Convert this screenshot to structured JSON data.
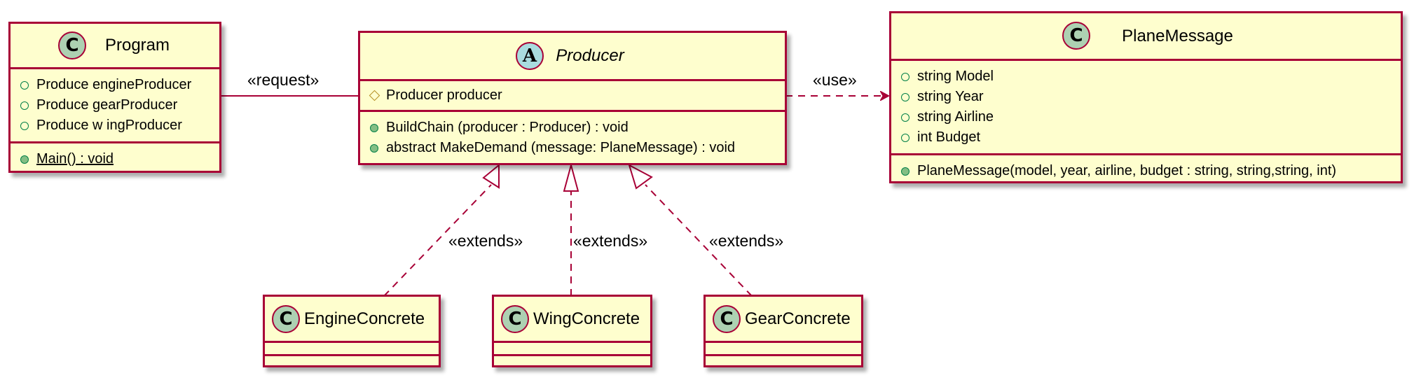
{
  "colors": {
    "class_fill": "#FEFECE",
    "border": "#A80036",
    "class_badge": "#ADD1B2",
    "abstract_badge": "#A9DCDF",
    "public_icon": "#038048",
    "protected_icon": "#B38D22"
  },
  "classes": {
    "program": {
      "badge": "C",
      "name": "Program",
      "fields": [
        "Produce engineProducer",
        "Produce gearProducer",
        "Produce w ingProducer"
      ],
      "methods": [
        "Main() : void"
      ]
    },
    "producer": {
      "badge": "A",
      "name": "Producer",
      "fields": [
        "Producer producer"
      ],
      "methods": [
        "BuildChain (producer : Producer) : void",
        "abstract MakeDemand (message: PlaneMessage) : void"
      ]
    },
    "plane_message": {
      "badge": "C",
      "name": "PlaneMessage",
      "fields": [
        "string Model",
        "string Year",
        "string Airline",
        "int Budget"
      ],
      "methods": [
        "PlaneMessage(model, year, airline, budget : string, string,string, int)"
      ]
    },
    "engine_concrete": {
      "badge": "C",
      "name": "EngineConcrete"
    },
    "wing_concrete": {
      "badge": "C",
      "name": "WingConcrete"
    },
    "gear_concrete": {
      "badge": "C",
      "name": "GearConcrete"
    }
  },
  "relations": {
    "request_label": "«request»",
    "use_label": "«use»",
    "extends_engine_label": "«extends»",
    "extends_wing_label": "«extends»",
    "extends_gear_label": "«extends»"
  }
}
